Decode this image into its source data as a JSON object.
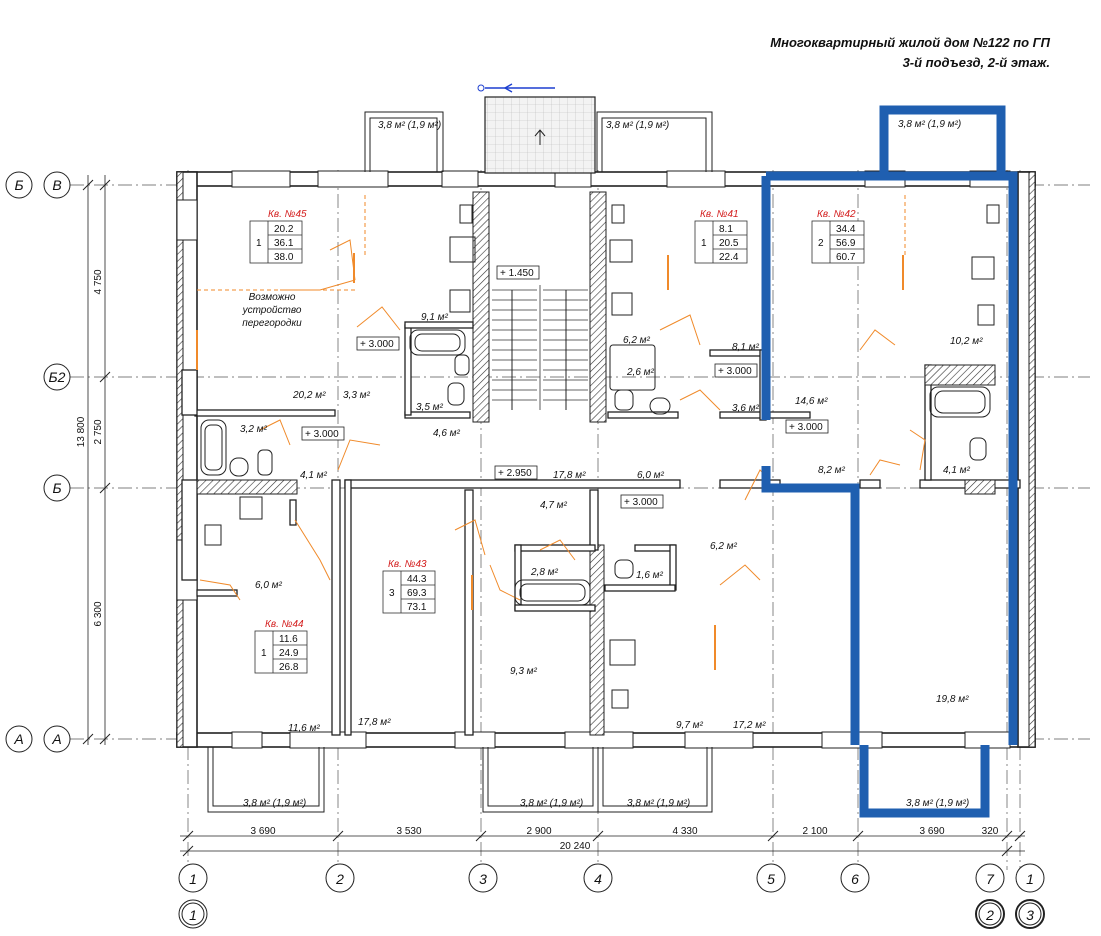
{
  "title": {
    "line1": "Многоквартирный жилой дом №122 по ГП",
    "line2": "3-й подъезд, 2-й этаж."
  },
  "apartments": [
    {
      "label": "Кв. №45",
      "rooms": "1",
      "v1": "20.2",
      "v2": "36.1",
      "v3": "38.0"
    },
    {
      "label": "Кв. №41",
      "rooms": "1",
      "v1": "8.1",
      "v2": "20.5",
      "v3": "22.4"
    },
    {
      "label": "Кв. №42",
      "rooms": "2",
      "v1": "34.4",
      "v2": "56.9",
      "v3": "60.7"
    },
    {
      "label": "Кв. №43",
      "rooms": "3",
      "v1": "44.3",
      "v2": "69.3",
      "v3": "73.1"
    },
    {
      "label": "Кв. №44",
      "rooms": "1",
      "v1": "11.6",
      "v2": "24.9",
      "v3": "26.8"
    }
  ],
  "room_areas": [
    "20,2 м²",
    "3,3 м²",
    "9,1 м²",
    "3,5 м²",
    "4,6 м²",
    "3,2 м²",
    "4,1 м²",
    "6,2 м²",
    "2,6 м²",
    "8,1 м²",
    "3,6 м²",
    "14,6 м²",
    "10,2 м²",
    "4,1 м²",
    "17,8 м²",
    "6,0 м²",
    "4,7 м²",
    "8,2 м²",
    "6,2 м²",
    "2,8 м²",
    "1,6 м²",
    "6,0 м²",
    "9,3 м²",
    "11,6 м²",
    "17,8 м²",
    "9,7 м²",
    "17,2 м²",
    "19,8 м²"
  ],
  "balconies": [
    "3,8 м² (1,9 м²)",
    "3,8 м² (1,9 м²)",
    "3,8 м² (1,9 м²)",
    "3,8 м² (1,9 м²)",
    "3,8 м² (1,9 м²)",
    "3,8 м² (1,9 м²)",
    "3,8 м² (1,9 м²)"
  ],
  "levels": [
    "+ 1.450",
    "+ 3.000",
    "+ 3.000",
    "+ 3.000",
    "+ 3.000",
    "+ 2.950",
    "+ 3.000"
  ],
  "note": "Возможно устройство перегородки",
  "row_axes": [
    "В",
    "Б2",
    "Б",
    "А"
  ],
  "row_axes_left": [
    "Б",
    "А"
  ],
  "col_axes": [
    "1",
    "2",
    "3",
    "4",
    "5",
    "6",
    "7",
    "1"
  ],
  "col_axes_bottom": [
    "1",
    "2",
    "3"
  ],
  "dims_bottom": [
    "3 690",
    "3 530",
    "2 900",
    "4 330",
    "2 100",
    "3 690",
    "320"
  ],
  "dim_total": "20 240",
  "dims_left": [
    "4 750",
    "2 750",
    "6 300"
  ],
  "dim_left_total": "13 800",
  "colors": {
    "highlight": "#1f5fb0",
    "apartment_label": "#d31c1c",
    "door": "#f08a2a"
  }
}
